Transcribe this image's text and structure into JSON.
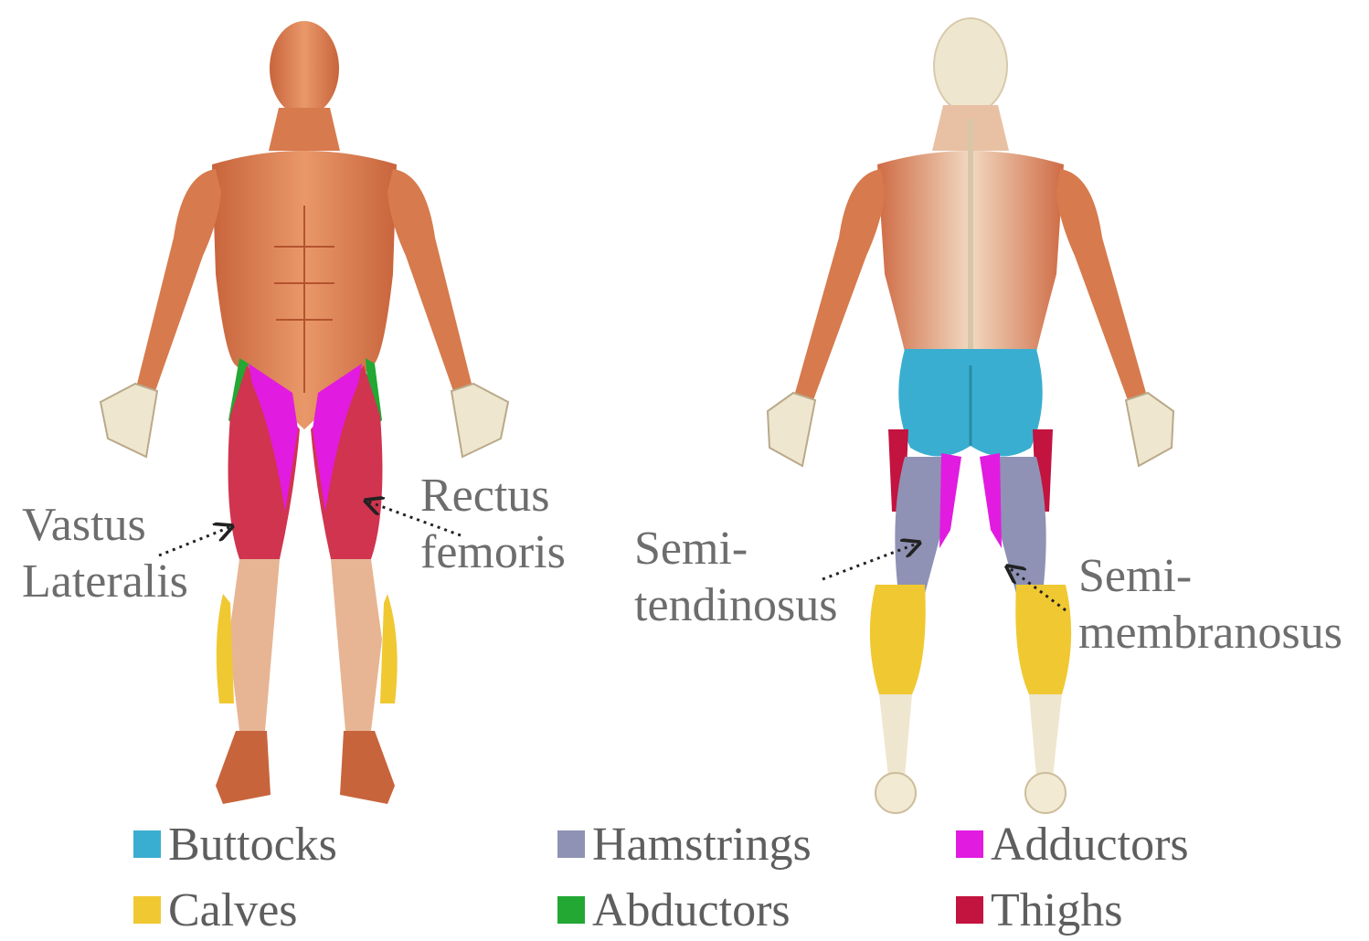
{
  "labels": {
    "vastus_lateralis": [
      "Vastus",
      "Lateralis"
    ],
    "rectus_femoris": [
      "Rectus",
      "femoris"
    ],
    "semitendinosus": [
      "Semi-",
      "tendinosus"
    ],
    "semimembranosus": [
      "Semi-",
      "membranosus"
    ]
  },
  "legend": [
    {
      "label": "Buttocks",
      "color": "#3aaed0"
    },
    {
      "label": "Hamstrings",
      "color": "#8f92b4"
    },
    {
      "label": "Adductors",
      "color": "#e21be0"
    },
    {
      "label": "Calves",
      "color": "#f0c832"
    },
    {
      "label": "Abductors",
      "color": "#22a833"
    },
    {
      "label": "Thighs",
      "color": "#c3133f"
    }
  ],
  "colors": {
    "skin_muscle": "#e08a5a",
    "muscle_dark": "#c25a35",
    "bone": "#efe6cf",
    "buttocks": "#3aaed0",
    "hamstrings": "#8f92b4",
    "adductors": "#e21be0",
    "calves": "#f0c832",
    "abductors": "#22a833",
    "thighs": "#d0344f"
  }
}
